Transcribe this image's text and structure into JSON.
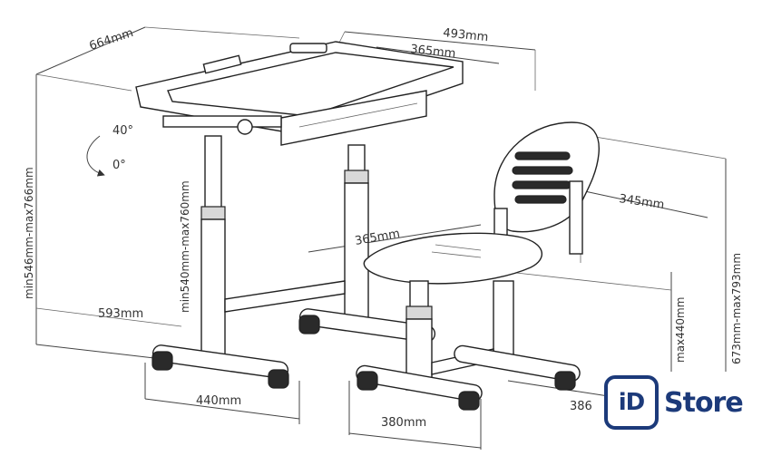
{
  "dimensions": {
    "desk_width": "664mm",
    "desk_depth": "493mm",
    "drawer_width": "365mm",
    "tilt_max": "40°",
    "tilt_min": "0°",
    "desk_height_range": "min546mm-max766mm",
    "desk_front_height_range": "min540mm-max760mm",
    "base_width": "593mm",
    "desk_foot_span": "440mm",
    "chair_back_width": "345mm",
    "chair_seat_depth": "365mm",
    "chair_seat_height": "max440mm",
    "chair_back_height": "673mm-max793mm",
    "chair_base_depth": "386",
    "chair_foot_span": "380mm"
  },
  "logo": {
    "badge": "iD",
    "word": "Store"
  },
  "colors": {
    "brand": "#1c3a7a",
    "line": "#222222"
  }
}
